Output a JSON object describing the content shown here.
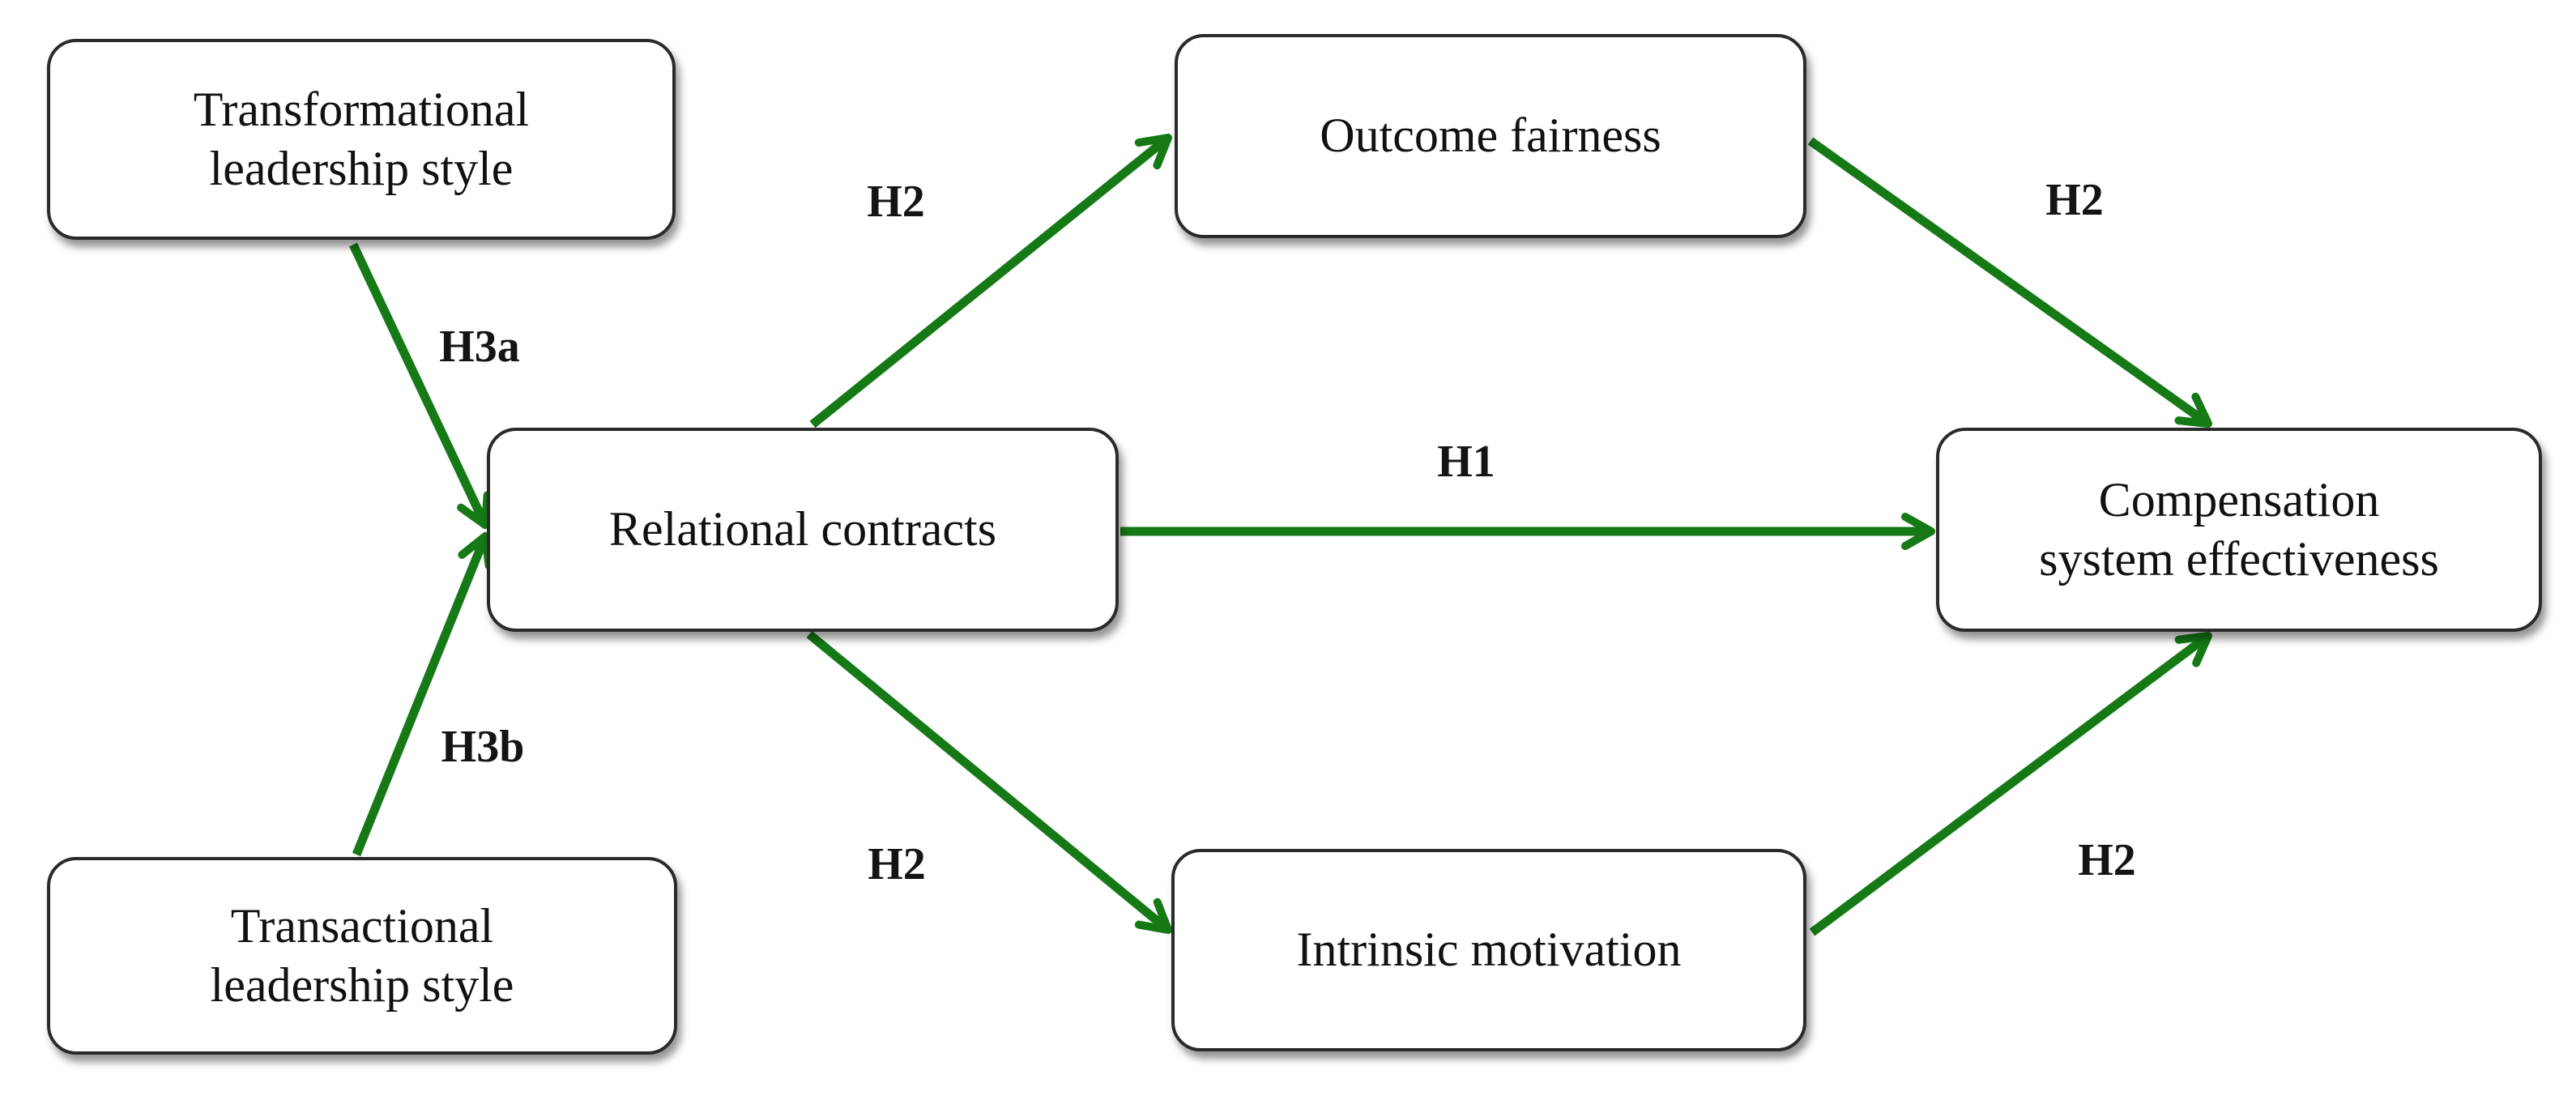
{
  "figure": {
    "background_color": "#ffffff",
    "arrow_color": "#157a15",
    "box_fill": "#ffffff",
    "box_border_color": "#2a2a2a",
    "text_color": "#111111",
    "nodes": [
      {
        "id": "transformational-leadership",
        "label": "Transformational leadership style",
        "lines": [
          "Transformational",
          "leadership style"
        ]
      },
      {
        "id": "transactional-leadership",
        "label": "Transactional leadership style",
        "lines": [
          "Transactional",
          "leadership style"
        ]
      },
      {
        "id": "relational-contracts",
        "label": "Relational contracts",
        "lines": [
          "Relational contracts"
        ]
      },
      {
        "id": "outcome-fairness",
        "label": "Outcome fairness",
        "lines": [
          "Outcome fairness"
        ]
      },
      {
        "id": "intrinsic-motivation",
        "label": "Intrinsic motivation",
        "lines": [
          "Intrinsic motivation"
        ]
      },
      {
        "id": "compensation-system-effectiveness",
        "label": "Compensation system effectiveness",
        "lines": [
          "Compensation",
          "system effectiveness"
        ]
      }
    ],
    "edges": [
      {
        "from": "transformational-leadership",
        "to": "relational-contracts",
        "label": "H3a"
      },
      {
        "from": "transactional-leadership",
        "to": "relational-contracts",
        "label": "H3b"
      },
      {
        "from": "relational-contracts",
        "to": "outcome-fairness",
        "label": "H2"
      },
      {
        "from": "relational-contracts",
        "to": "compensation-system-effectiveness",
        "label": "H1"
      },
      {
        "from": "relational-contracts",
        "to": "intrinsic-motivation",
        "label": "H2"
      },
      {
        "from": "outcome-fairness",
        "to": "compensation-system-effectiveness",
        "label": "H2"
      },
      {
        "from": "intrinsic-motivation",
        "to": "compensation-system-effectiveness",
        "label": "H2"
      }
    ]
  }
}
